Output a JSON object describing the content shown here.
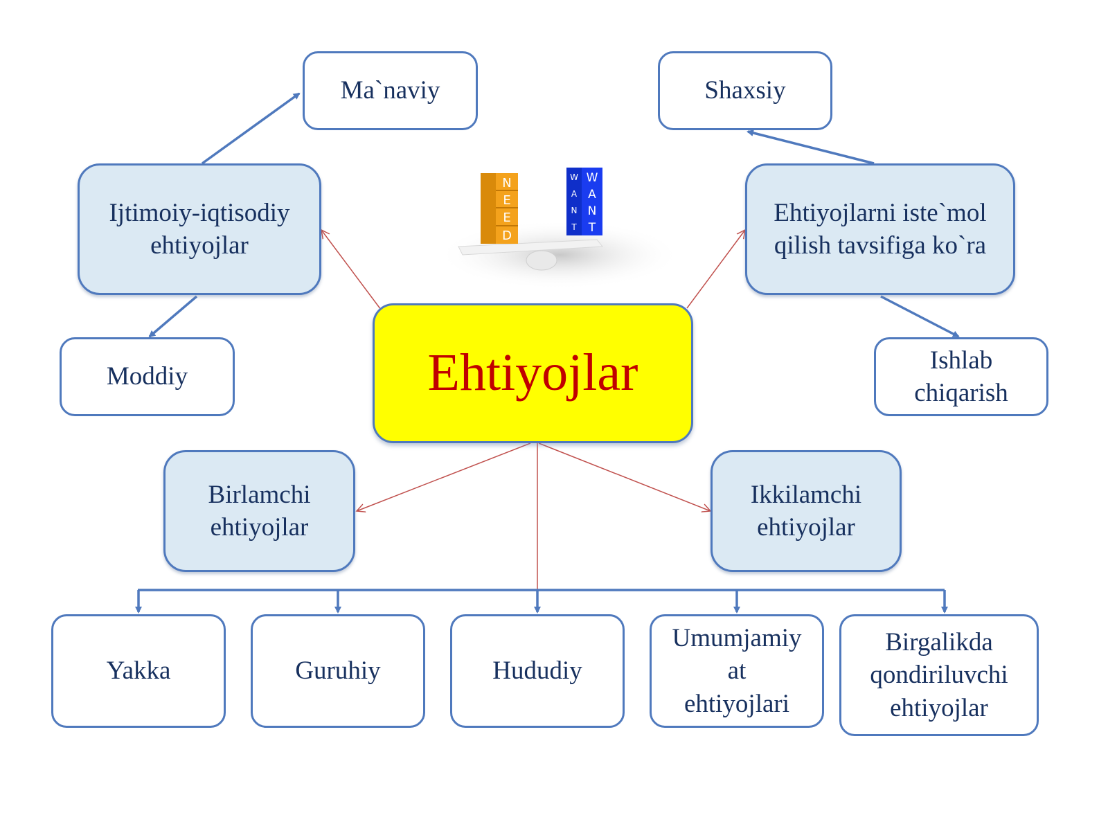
{
  "diagram": {
    "center": "Ehtiyojlar",
    "nodes": {
      "manaviy": "Ma`naviy",
      "shaxsiy": "Shaxsiy",
      "ijtimoiy": "Ijtimoiy-iqtisodiy\nehtiyojlar",
      "istemol": "Ehtiyojlarni iste`mol\nqilish tavsifiga ko`ra",
      "moddiy": "Moddiy",
      "ishlab": "Ishlab\nchiqarish",
      "birlamchi": "Birlamchi\nehtiyojlar",
      "ikkilamchi": "Ikkilamchi\nehtiyojlar",
      "yakka": "Yakka",
      "guruhiy": "Guruhiy",
      "hududiy": "Hududiy",
      "umumjamiyat": "Umumjamiy\nat\nehtiyojlari",
      "birgalikda": "Birgalikda\nqondiriluvchi\nehtiyojlar"
    },
    "illustration": {
      "need_letters": [
        "N",
        "E",
        "E",
        "D"
      ],
      "want_letters": [
        "W",
        "A",
        "N",
        "T"
      ]
    },
    "colors": {
      "center_fill": "#ffff00",
      "center_text": "#c00000",
      "node_border": "#4f79bd",
      "node_text": "#17305e",
      "filled_node": "#dbe9f3",
      "red_connector": "#c0504d",
      "blue_connector": "#4f79bd"
    }
  }
}
